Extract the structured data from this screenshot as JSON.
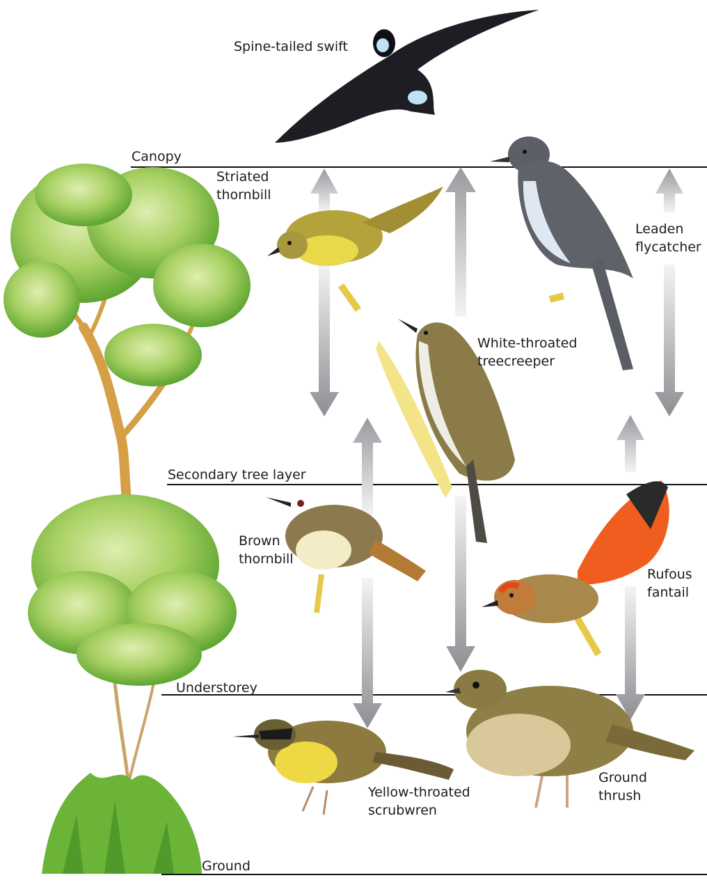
{
  "layers": {
    "canopy": "Canopy",
    "secondary": "Secondary tree layer",
    "understorey": "Understorey",
    "ground": "Ground"
  },
  "birds": {
    "swift": "Spine-tailed swift",
    "striated": [
      "Striated",
      "thornbill"
    ],
    "leaden": [
      "Leaden",
      "flycatcher"
    ],
    "treecreeper": [
      "White-throated",
      "treecreeper"
    ],
    "brown": [
      "Brown",
      "thornbill"
    ],
    "rufous": [
      "Rufous",
      "fantail"
    ],
    "scrubwren": [
      "Yellow-throated",
      "scrubwren"
    ],
    "thrush": [
      "Ground",
      "thrush"
    ]
  },
  "colors": {
    "line": "#111111",
    "arrow_light": "#e4e4e6",
    "arrow_dark": "#8d8d92",
    "foliage": "#7fbf3f",
    "foliage_light": "#c9e08a",
    "trunk": "#d6a24a"
  }
}
